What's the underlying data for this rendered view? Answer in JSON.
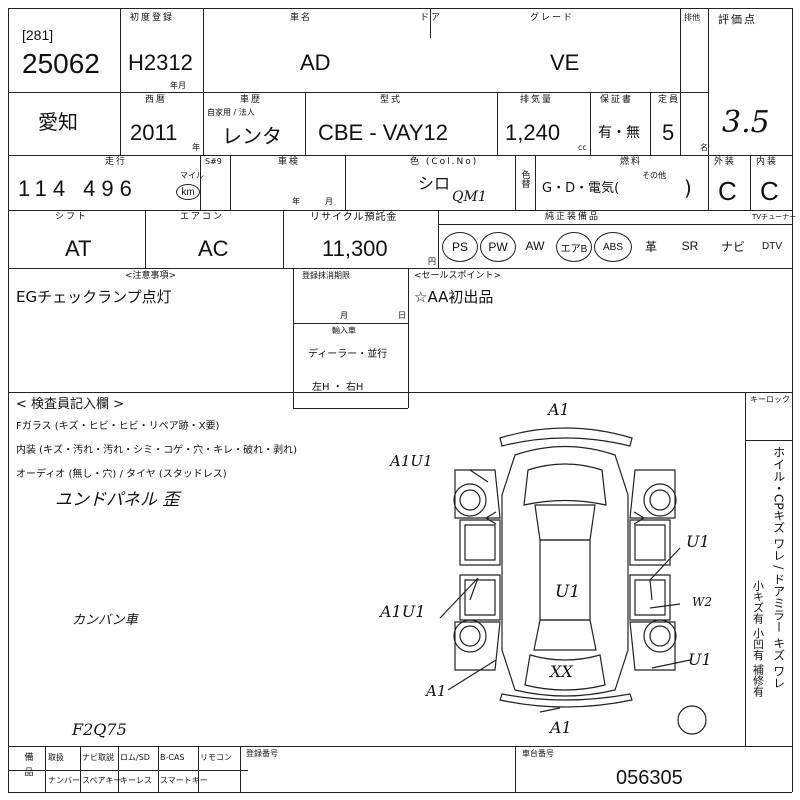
{
  "header": {
    "lot_box": "[281]",
    "lot_number": "25062",
    "first_reg_label": "初度登録",
    "first_reg_value": "H2312",
    "first_reg_unit": "年月",
    "model_name_label": "車名",
    "door_label": "ドア",
    "model_name_value": "AD",
    "grade_label": "グレード",
    "grade_value": "VE",
    "exhaust_no_label": "排他",
    "score_label": "評価点",
    "score_value": "3.5"
  },
  "row2": {
    "pref_value": "愛知",
    "year_label": "西暦",
    "year_value": "2011",
    "year_unit": "年",
    "history_label": "車歴",
    "history_sub": "自家用 / 法人",
    "history_value": "レンタ",
    "model_code_label": "型式",
    "model_code_value": "CBE - VAY12",
    "displacement_label": "排気量",
    "displacement_value": "1,240",
    "displacement_unit": "cc",
    "warranty_label": "保証書",
    "warranty_value": "有・無",
    "capacity_label": "定員",
    "capacity_value": "5",
    "capacity_unit": "名"
  },
  "row3": {
    "mileage_label": "走行",
    "mileage_value": "114 496",
    "mileage_unit_top": "マイル",
    "mileage_unit": "km",
    "sr_label": "S#9",
    "inspection_label": "車検",
    "inspection_year": "年",
    "inspection_month": "月",
    "color_label": "色 (Col.No)",
    "color_value": "シロ",
    "color_code": "QM1",
    "repaint_label": "色替",
    "fuel_label": "燃料",
    "fuel_value": "G・D・電気(",
    "fuel_other": "その他",
    "fuel_close": ")",
    "exterior_label": "外装",
    "exterior_value": "C",
    "interior_label": "内装",
    "interior_value": "C"
  },
  "row4": {
    "shift_label": "シフト",
    "shift_value": "AT",
    "ac_label": "エアコン",
    "ac_value": "AC",
    "recycle_label": "リサイクル預託金",
    "recycle_value": "11,300",
    "recycle_unit": "円",
    "equip_label": "純正装備品",
    "equip_tv_label": "TVチューナー",
    "equipment": [
      {
        "name": "PS",
        "circled": true
      },
      {
        "name": "PW",
        "circled": true
      },
      {
        "name": "AW",
        "circled": false
      },
      {
        "name": "エアB",
        "circled": true
      },
      {
        "name": "ABS",
        "circled": true
      },
      {
        "name": "革",
        "circled": false
      },
      {
        "name": "SR",
        "circled": false
      },
      {
        "name": "ナビ",
        "circled": false
      },
      {
        "name": "DTV",
        "circled": false
      }
    ]
  },
  "notes": {
    "caution_label": "<注意事項>",
    "caution_text": "EGチェックランプ点灯",
    "reg_label": "登録抹消期限",
    "reg_month": "月",
    "reg_day": "日",
    "import_label": "輸入車",
    "import_value": "ディーラー・並行",
    "handle_value": "左H ・ 右H",
    "sales_label": "<セールスポイント>",
    "sales_text": "☆AA初出品"
  },
  "inspector": {
    "title": "< 検査員記入欄 >",
    "line1": "Fガラス (キズ・ヒビ・ヒビ・リペア跡・X要)",
    "line2": "内装 (キズ・汚れ・汚れ・シミ・コゲ・穴・キレ・破れ・剥れ)",
    "line3": "オーディオ (無し・穴) / タイヤ (スタッドレス)",
    "handwritten1": "ユンドパネル 歪",
    "handwritten2": "カンバン車",
    "signature": "F2Q75",
    "key_label": "キーロック",
    "side_text": "ホイル・CPキズ ワレ / ドアミラー キズ ワレ",
    "side_text2": "小キズ有 小凹有 補修有"
  },
  "diagram_marks": {
    "front": "A1",
    "rear": "A1",
    "left_front": "A1U1",
    "left_rear": "A1U1",
    "roof": "U1",
    "right_front": "U1",
    "right_mid": "W2",
    "right_rear": "U1",
    "rear_left": "A1",
    "trunk": "XX"
  },
  "footer": {
    "equip_labels_1": [
      "取扱",
      "ナビ取説",
      "ロム/SD",
      "B-CAS",
      "リモコン"
    ],
    "equip_labels_2": [
      "ナンバー",
      "スペアキー",
      "キーレス",
      "スマートキー"
    ],
    "side_label": "備品",
    "reg_no_label": "登録番号",
    "chassis_label": "車台番号",
    "chassis_value": "056305"
  }
}
